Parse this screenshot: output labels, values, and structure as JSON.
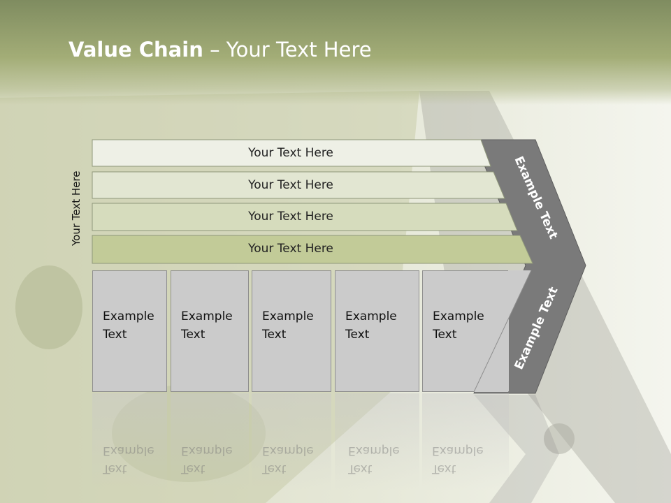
{
  "slide": {
    "title_bold": "Value Chain",
    "title_rest": " – Your Text Here",
    "side_label": "Your Text Here"
  },
  "rows": [
    {
      "label": "Your Text Here",
      "fill": "#eef0e6"
    },
    {
      "label": "Your Text Here",
      "fill": "#e2e6d2"
    },
    {
      "label": "Your Text Here",
      "fill": "#d6dcbd"
    },
    {
      "label": "Your Text Here",
      "fill": "#c2cb98"
    }
  ],
  "columns": [
    {
      "line1": "Example",
      "line2": "Text"
    },
    {
      "line1": "Example",
      "line2": "Text"
    },
    {
      "line1": "Example",
      "line2": "Text"
    },
    {
      "line1": "Example",
      "line2": "Text"
    },
    {
      "line1": "Example",
      "line2": "Text"
    }
  ],
  "arrow": {
    "upper_label": "Example Text",
    "lower_label": "Example Text",
    "color": "#7a7a7a"
  }
}
